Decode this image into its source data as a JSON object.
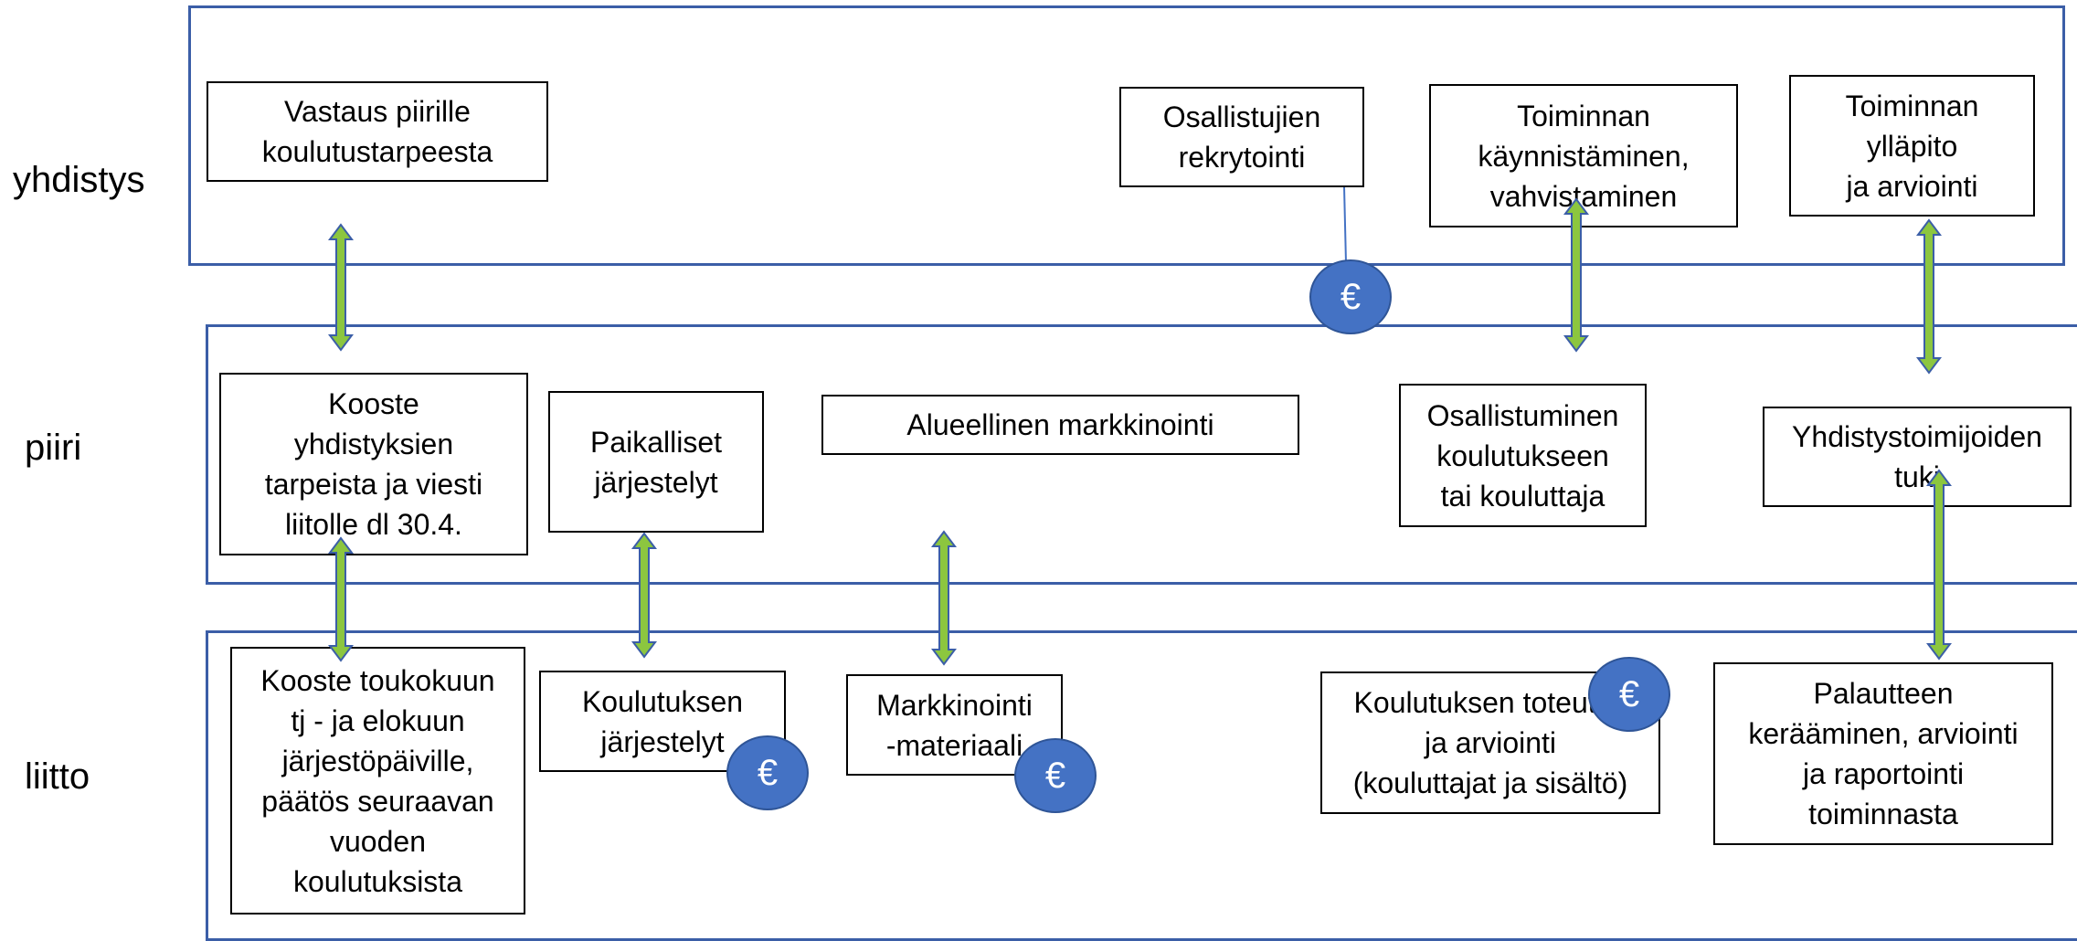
{
  "lanes": {
    "yhdistys": "yhdistys",
    "piiri": "piiri",
    "liitto": "liitto"
  },
  "boxes": {
    "vastaus": "Vastaus piirille\nkoulutustarpeesta",
    "osallistujien": "Osallistujien\nrekrytointi",
    "kaynnistaminen": "Toiminnan\nkäynnistäminen,\nvahvistaminen",
    "yllapito": "Toiminnan\nylläpito\nja arviointi",
    "kooste_piiri": "Kooste\nyhdistyksien\ntarpeista ja viesti\nliitolle dl 30.4.",
    "paikalliset": "Paikalliset\njärjestelyt",
    "alueellinen": "Alueellinen markkinointi",
    "osallistuminen": "Osallistuminen\nkoulutukseen\ntai kouluttaja",
    "tuki": "Yhdistystoimijoiden\ntuki",
    "kooste_liitto": "Kooste toukokuun\ntj - ja elokuun\njärjestöpäiville,\npäätös seuraavan\nvuoden\nkoulutuksista",
    "jarjestelyt": "Koulutuksen\njärjestelyt",
    "markkinointi": "Markkinointi\n-materiaali",
    "toteutus": "Koulutuksen toteutus\nja arviointi\n(kouluttajat ja sisältö)",
    "palautteen": "Palautteen\nkerääminen, arviointi\nja raportointi\ntoiminnasta"
  },
  "euro_symbol": "€",
  "colors": {
    "lane_border": "#3b5ea7",
    "arrow_fill": "#8cc63f",
    "arrow_stroke": "#3b5ea7",
    "euro_fill": "#4472c4"
  }
}
